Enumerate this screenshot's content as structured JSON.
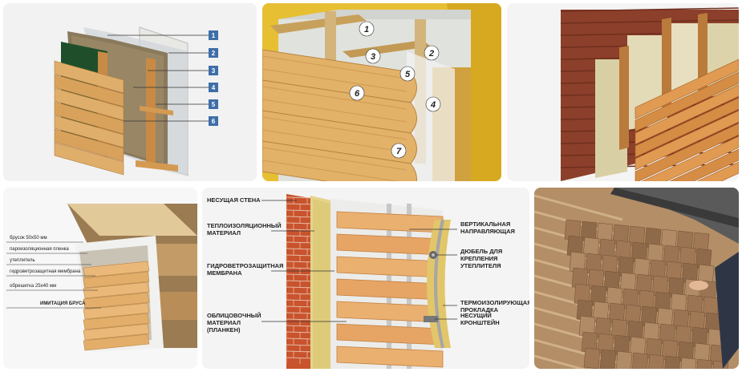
{
  "tiles": {
    "t1": {
      "labels": [
        "1",
        "2",
        "3",
        "4",
        "5",
        "6"
      ]
    },
    "t2": {
      "labels": [
        "1",
        "2",
        "3",
        "4",
        "5",
        "6",
        "7"
      ]
    },
    "t4": {
      "labels": [
        "брусок 50х50 мм",
        "пароизоляционная пленка",
        "утеплитель",
        "гидроветрозащитная мембрана",
        "обрешетка 25х40 мм",
        "ИМИТАЦИЯ БРУСА"
      ]
    },
    "t5": {
      "labels_left": [
        [
          "НЕСУЩАЯ СТЕНА"
        ],
        [
          "ТЕПЛОИЗОЛЯЦИОННЫЙ",
          "МАТЕРИАЛ"
        ],
        [
          "ГИДРОВЕТРОЗАЩИТНАЯ",
          "МЕМБРАНА"
        ],
        [
          "ОБЛИЦОВОЧНЫЙ",
          "МАТЕРИАЛ",
          "(ПЛАНКЕН)"
        ]
      ],
      "labels_right": [
        [
          "ВЕРТИКАЛЬНАЯ",
          "НАПРАВЛЯЮЩАЯ"
        ],
        [
          "ДЮБЕЛЬ ДЛЯ",
          "КРЕПЛЕНИЯ",
          "УТЕПЛИТЕЛЯ"
        ],
        [
          "ТЕРМОИЗОЛИРУЮЩАЯ",
          "ПРОКЛАДКА"
        ],
        [
          "НЕСУЩИЙ",
          "КРОНШТЕЙН"
        ]
      ]
    }
  }
}
